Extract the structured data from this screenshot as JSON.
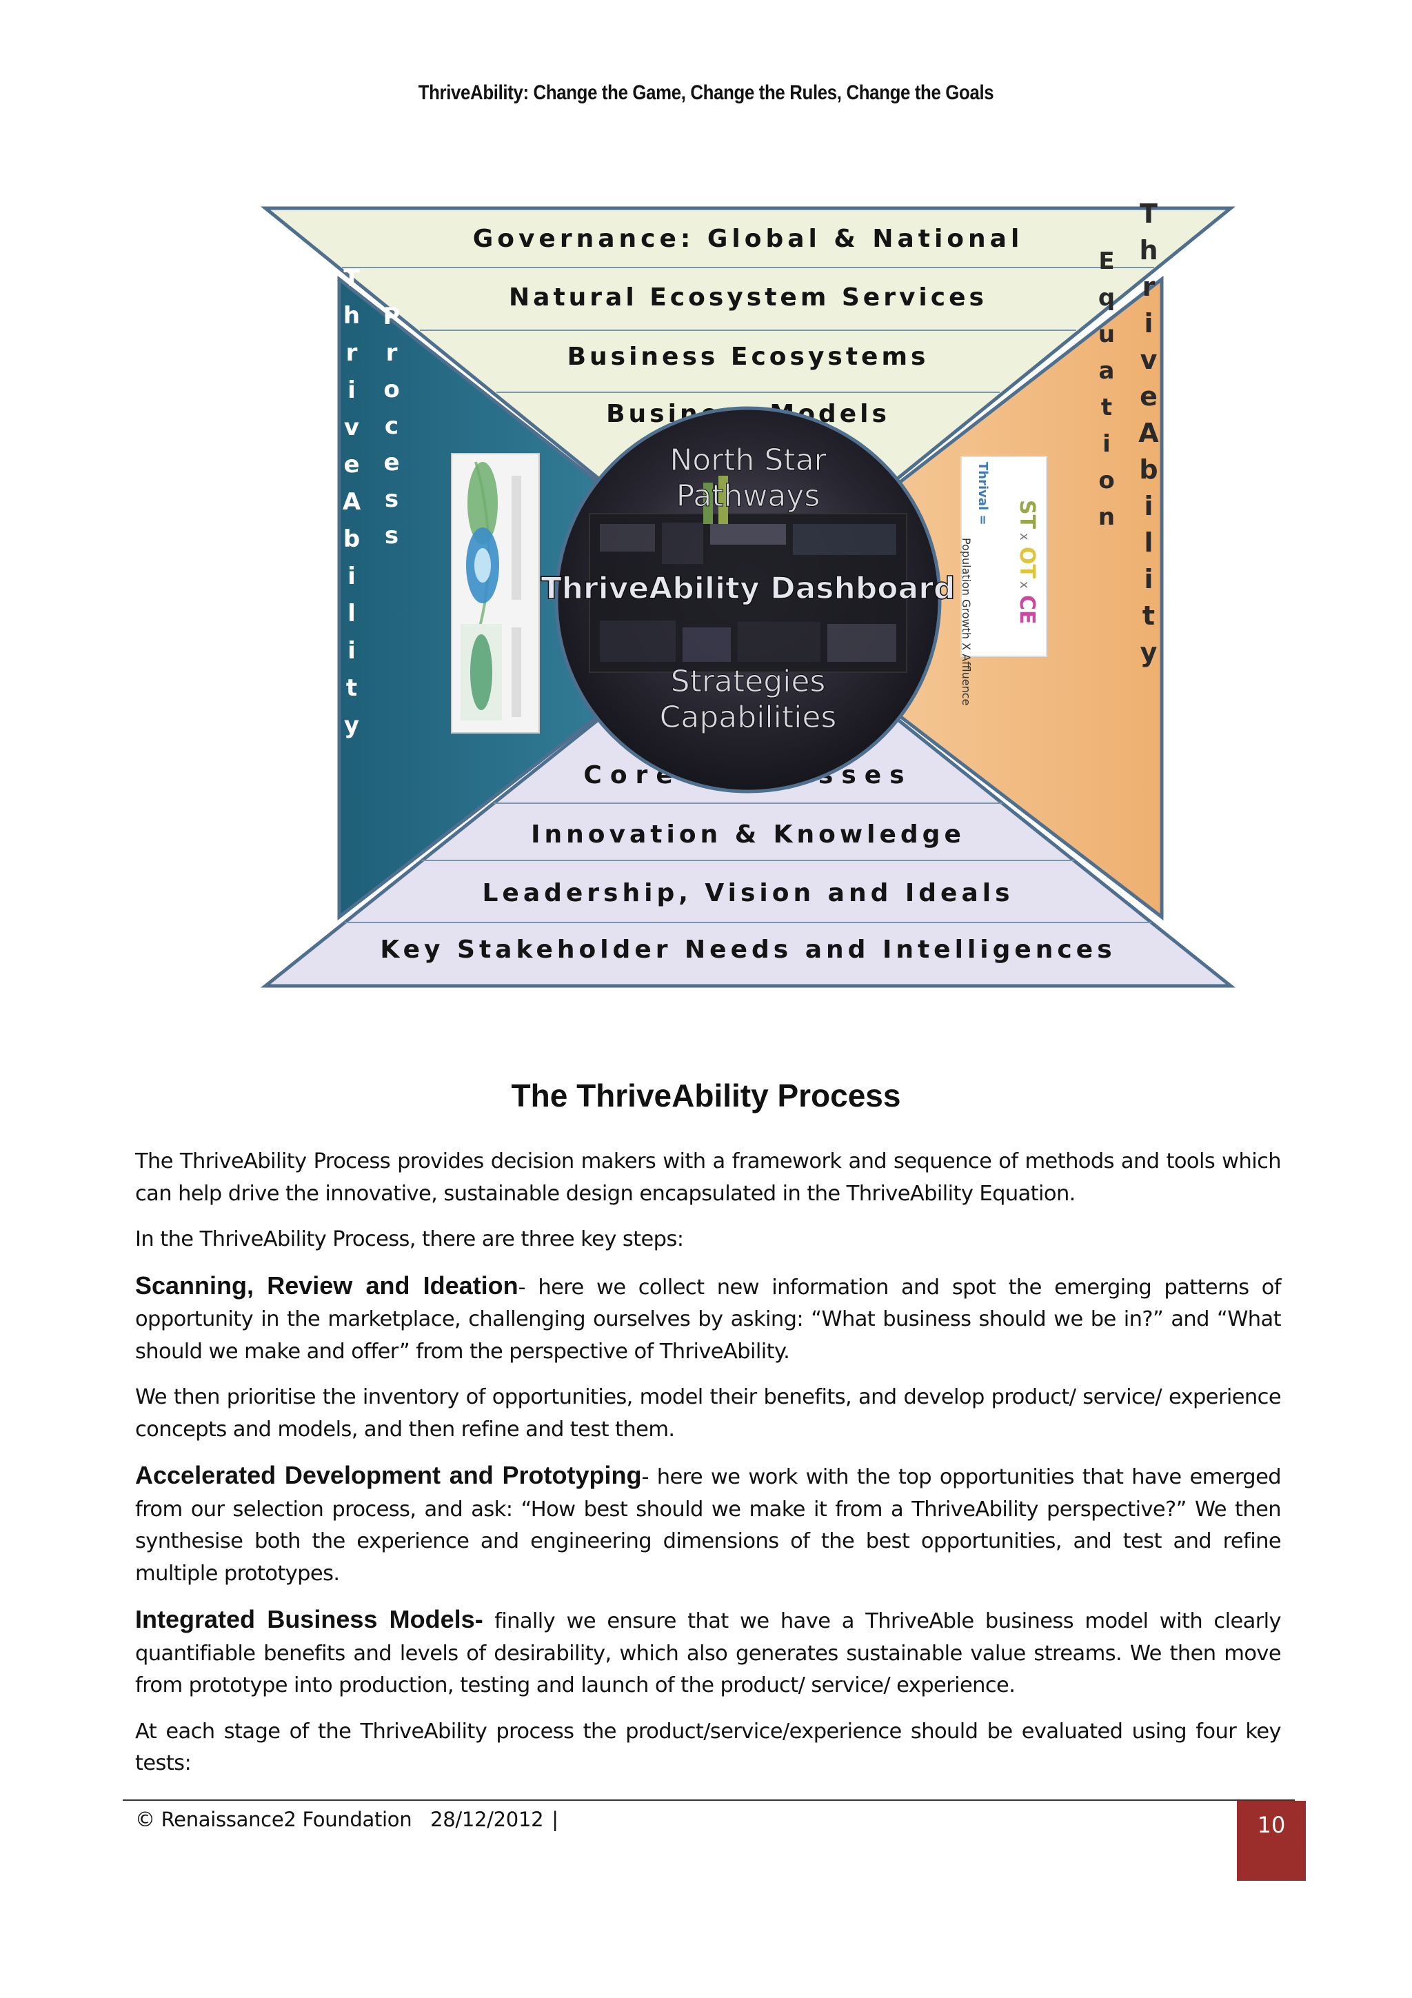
{
  "header": {
    "title": "ThriveAbility: Change the Game, Change the Rules, Change the Goals"
  },
  "diagram": {
    "top_bands": [
      "Governance: Global & National",
      "Natural Ecosystem Services",
      "Business Ecosystems",
      "Business Models"
    ],
    "bottom_bands": [
      "Core Processes",
      "Innovation & Knowledge",
      "Leadership, Vision and Ideals",
      "Key Stakeholder Needs and Intelligences"
    ],
    "left_outer": "ThriveAbility",
    "left_inner": "Process",
    "right_inner": "Equation",
    "right_outer": "ThriveAbility",
    "center": {
      "line1": "North Star",
      "line2": "Pathways",
      "line3": "ThriveAbility Dashboard",
      "line4": "Strategies",
      "line5": "Capabilities"
    },
    "equation": {
      "lhs": "Thrival =",
      "st": "ST",
      "ot": "OT",
      "ce": "CE",
      "op": "x",
      "denominator": "Population Growth X Affluence"
    },
    "colors": {
      "top_fill": "#eef2dc",
      "bottom_fill": "#e4e2f0",
      "left_fill": "#2f7893",
      "right_fill": "#f3c28b",
      "outline": "#4f6f8f"
    }
  },
  "section": {
    "title": "The ThriveAbility Process"
  },
  "paragraphs": [
    {
      "lead": "",
      "text": "The ThriveAbility Process provides decision makers with a framework and sequence of methods and tools which can help drive the innovative, sustainable design encapsulated in the ThriveAbility Equation."
    },
    {
      "lead": "",
      "text": "In the ThriveAbility Process, there are three key steps:"
    },
    {
      "lead": "Scanning, Review and Ideation",
      "text": "- here we collect new information and spot the emerging patterns of opportunity in the marketplace, challenging ourselves by asking: “What business should we be in?” and “What should we make and offer” from the perspective of ThriveAbility."
    },
    {
      "lead": "",
      "text": "We then prioritise the inventory of opportunities, model their benefits, and develop product/ service/ experience concepts and models, and then refine and test them."
    },
    {
      "lead": "Accelerated Development and Prototyping",
      "text": "- here we work with the top opportunities that have emerged from our selection process, and ask: “How best should we make it from a ThriveAbility perspective?” We then synthesise both the experience and engineering dimensions of the best opportunities, and test and refine multiple prototypes."
    },
    {
      "lead": "Integrated Business Models-",
      "text": " finally we ensure that we have a ThriveAble business model with clearly quantifiable benefits and levels of desirability, which also generates sustainable value streams. We then move from prototype into production, testing and launch of the product/ service/ experience."
    },
    {
      "lead": "",
      "text": "At each stage of the ThriveAbility process the product/service/experience should be evaluated using four key tests:"
    }
  ],
  "footer": {
    "copyright": "© Renaissance2 Foundation",
    "date": "28/12/2012",
    "separator": "|",
    "page": "10"
  }
}
